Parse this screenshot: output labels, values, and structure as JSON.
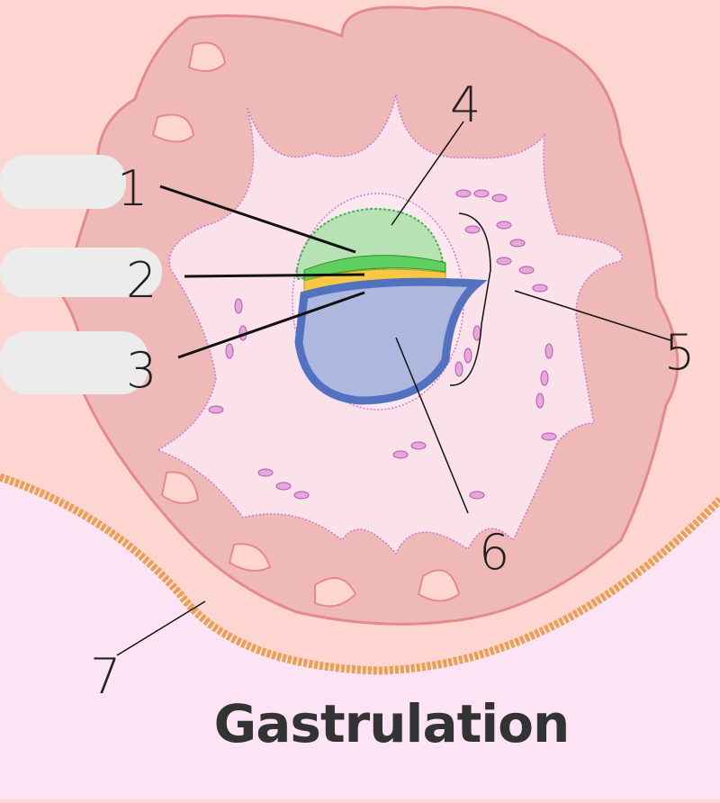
{
  "title": "Gastrulation",
  "labels": [
    "1",
    "2",
    "3",
    "4",
    "5",
    "6",
    "7"
  ],
  "colors": {
    "background": "#fdd6d1",
    "lower_tissue": "#fde4f4",
    "uterine_wall": "#efb9b8",
    "wall_border": "#e58a8a",
    "cavity": "#fbe1ea",
    "amniotic_cavity": "#b7e2b4",
    "ectoderm": "#5fcf5f",
    "mesoderm": "#f6c945",
    "endoderm": "#5272c0",
    "yolk_sac": "#aeb7de",
    "cells": "#e7a6dc",
    "epithelium": "#e9a052"
  }
}
